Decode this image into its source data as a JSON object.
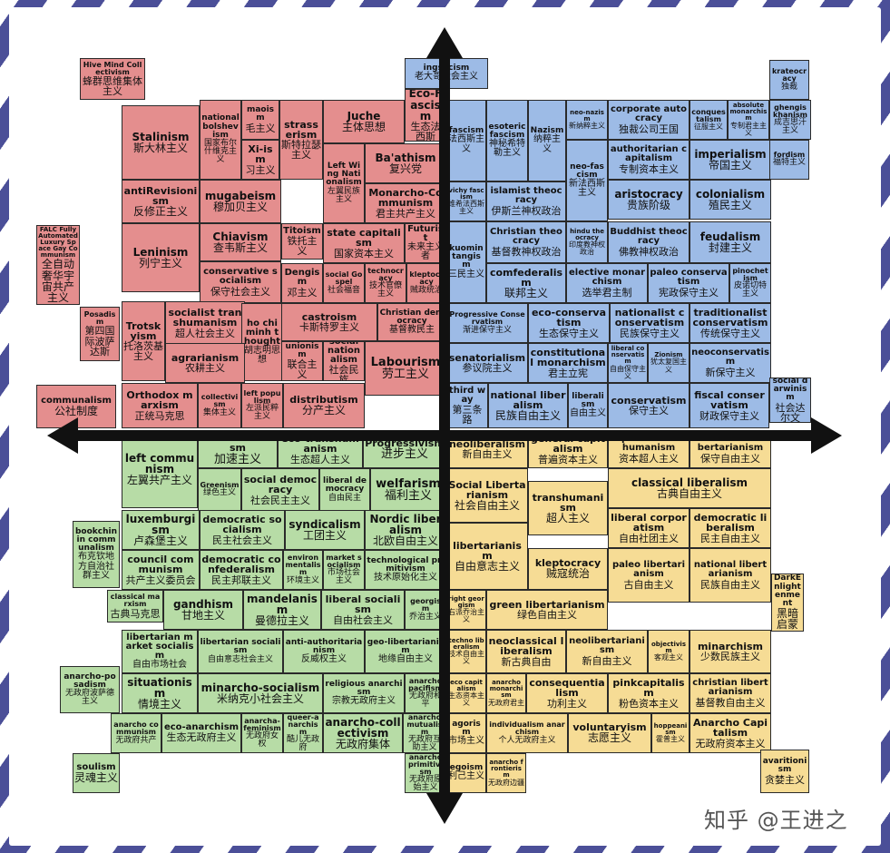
{
  "quadrant_colors": {
    "authoritarian_left": "#e48e8e",
    "authoritarian_right": "#9dbbe6",
    "libertarian_left": "#b7dca6",
    "libertarian_right": "#f6dc95"
  },
  "watermark": "知乎 @王进之",
  "cells": [
    {
      "en": "Hive Mind Collectivism",
      "zh": "蜂群思维集体主义"
    },
    {
      "en": "Stalinism",
      "zh": "斯大林主义"
    },
    {
      "en": "national bolshevism",
      "zh": "国家布尔什维克主义"
    },
    {
      "en": "maoism",
      "zh": "毛主义"
    },
    {
      "en": "Xi-ism",
      "zh": "习主义"
    },
    {
      "en": "strasserism",
      "zh": "斯特拉瑟主义"
    },
    {
      "en": "Juche",
      "zh": "主体思想"
    },
    {
      "en": "ingsocism",
      "zh": "老大哥社会主义"
    },
    {
      "en": "Eco-Fascism",
      "zh": "生态法西斯"
    },
    {
      "en": "Left Wing Nationalism",
      "zh": "左翼民族主义"
    },
    {
      "en": "Ba'athism",
      "zh": "复兴党"
    },
    {
      "en": "antiRevisionism",
      "zh": "反修正主义"
    },
    {
      "en": "mugabeism",
      "zh": "穆加贝主义"
    },
    {
      "en": "Monarcho-Communism",
      "zh": "君主共产主义"
    },
    {
      "en": "FALC Fully Automated Luxury Space Gay Communism",
      "zh": "全自动奢华宇宙共产主义"
    },
    {
      "en": "Leninism",
      "zh": "列宁主义"
    },
    {
      "en": "Chiavism",
      "zh": "查韦斯主义"
    },
    {
      "en": "Titoism",
      "zh": "铁托主义"
    },
    {
      "en": "state capitalism",
      "zh": "国家资本主义"
    },
    {
      "en": "Futurist",
      "zh": "未来主义者"
    },
    {
      "en": "conservative socialism",
      "zh": "保守社会主义"
    },
    {
      "en": "Dengism",
      "zh": "邓主义"
    },
    {
      "en": "social Gospel",
      "zh": "社会福音"
    },
    {
      "en": "technocracy",
      "zh": "技术官僚主义"
    },
    {
      "en": "kleptocracy",
      "zh": "贼政统治"
    },
    {
      "en": "Posadism",
      "zh": "第四国际波萨达斯"
    },
    {
      "en": "Trotskyism",
      "zh": "托洛茨基主义"
    },
    {
      "en": "socialist transhumanism",
      "zh": "超人社会主义"
    },
    {
      "en": "ho chi minh thought",
      "zh": "胡志明思想"
    },
    {
      "en": "castroism",
      "zh": "卡斯特罗主义"
    },
    {
      "en": "Christian democracy",
      "zh": "基督教民主"
    },
    {
      "en": "agrarianism",
      "zh": "农耕主义"
    },
    {
      "en": "unionism",
      "zh": "联合主义"
    },
    {
      "en": "social nationalism",
      "zh": "社会民族"
    },
    {
      "en": "Labourism",
      "zh": "劳工主义"
    },
    {
      "en": "communalism",
      "zh": "公社制度"
    },
    {
      "en": "Orthodox marxism",
      "zh": "正统马克思"
    },
    {
      "en": "collectivism",
      "zh": "集体主义"
    },
    {
      "en": "left populism",
      "zh": "左派民粹主义"
    },
    {
      "en": "distributism",
      "zh": "分产主义"
    },
    {
      "en": "fascism",
      "zh": "法西斯主义"
    },
    {
      "en": "esoteric fascism",
      "zh": "神秘希特勒主义"
    },
    {
      "en": "Nazism",
      "zh": "纳粹主义"
    },
    {
      "en": "neo-nazism",
      "zh": "新纳粹主义"
    },
    {
      "en": "corporate autocracy",
      "zh": "独裁公司王国"
    },
    {
      "en": "conquestalism",
      "zh": "征服主义"
    },
    {
      "en": "absolute monarchism",
      "zh": "专制君主主义"
    },
    {
      "en": "krateocracy",
      "zh": "独裁"
    },
    {
      "en": "ghengis khanism",
      "zh": "成吉思汗主义"
    },
    {
      "en": "neo-fascism",
      "zh": "新法西斯主义"
    },
    {
      "en": "authoritarian capitalism",
      "zh": "专制资本主义"
    },
    {
      "en": "imperialism",
      "zh": "帝国主义"
    },
    {
      "en": "fordism",
      "zh": "福特主义"
    },
    {
      "en": "vichy fascism",
      "zh": "维希法西斯主义"
    },
    {
      "en": "islamist theocracy",
      "zh": "伊斯兰神权政治"
    },
    {
      "en": "aristocracy",
      "zh": "贵族阶级"
    },
    {
      "en": "colonialism",
      "zh": "殖民主义"
    },
    {
      "en": "kuomintangism",
      "zh": "三民主义"
    },
    {
      "en": "Christian theocracy",
      "zh": "基督教神权政治"
    },
    {
      "en": "hindu theocracy",
      "zh": "印度教神权政治"
    },
    {
      "en": "Buddhist theocracy",
      "zh": "佛教神权政治"
    },
    {
      "en": "feudalism",
      "zh": "封建主义"
    },
    {
      "en": "comfederalism",
      "zh": "联邦主义"
    },
    {
      "en": "elective monarchism",
      "zh": "选举君主制"
    },
    {
      "en": "paleo conservatism",
      "zh": "宪政保守主义"
    },
    {
      "en": "pinochetism",
      "zh": "皮诺切特主义"
    },
    {
      "en": "Progressive Conservatism",
      "zh": "渐进保守主义"
    },
    {
      "en": "eco-conservatism",
      "zh": "生态保守主义"
    },
    {
      "en": "nationalist conservatism",
      "zh": "民族保守主义"
    },
    {
      "en": "traditionalist conservatism",
      "zh": "传统保守主义"
    },
    {
      "en": "senatorialism",
      "zh": "参议院主义"
    },
    {
      "en": "constitutional monarchism",
      "zh": "君主立宪"
    },
    {
      "en": "liberal conservatism",
      "zh": "自由保守主义"
    },
    {
      "en": "Zionism",
      "zh": "犹太复国主义"
    },
    {
      "en": "neoconservatism",
      "zh": "新保守主义"
    },
    {
      "en": "social darwinism",
      "zh": "社会达尔文"
    },
    {
      "en": "third way",
      "zh": "第三条路"
    },
    {
      "en": "national liberalism",
      "zh": "民族自由主义"
    },
    {
      "en": "liberalism",
      "zh": "自由主义"
    },
    {
      "en": "conservatism",
      "zh": "保守主义"
    },
    {
      "en": "fiscal conservatism",
      "zh": "财政保守主义"
    },
    {
      "en": "left communism",
      "zh": "左翼共产主义"
    },
    {
      "en": "Accelerationism",
      "zh": "加速主义"
    },
    {
      "en": "eco-transhumanism",
      "zh": "生态超人主义"
    },
    {
      "en": "Progressivism",
      "zh": "进步主义"
    },
    {
      "en": "neoliberalism",
      "zh": "新自由主义"
    },
    {
      "en": "general capitalism",
      "zh": "普遍资本主义"
    },
    {
      "en": "capitalist transhumanism",
      "zh": "资本超人主义"
    },
    {
      "en": "conservative libertarianism",
      "zh": "保守自由主义"
    },
    {
      "en": "Greenism",
      "zh": "绿色主义"
    },
    {
      "en": "social democracy",
      "zh": "社会民主主义"
    },
    {
      "en": "liberal democracy",
      "zh": "自由民主"
    },
    {
      "en": "welfarism",
      "zh": "福利主义"
    },
    {
      "en": "Social Libertarianism",
      "zh": "社会自由主义"
    },
    {
      "en": "classical liberalism",
      "zh": "古典自由主义"
    },
    {
      "en": "transhumanism",
      "zh": "超人主义"
    },
    {
      "en": "luxemburgism",
      "zh": "卢森堡主义"
    },
    {
      "en": "democratic socialism",
      "zh": "民主社会主义"
    },
    {
      "en": "syndicalism",
      "zh": "工团主义"
    },
    {
      "en": "Nordic liberalism",
      "zh": "北欧自由主义"
    },
    {
      "en": "liberal corporatism",
      "zh": "自由社团主义"
    },
    {
      "en": "democratic liberalism",
      "zh": "民主自由主义"
    },
    {
      "en": "bookchin in communalism",
      "zh": "布克钦地方自治社群主义"
    },
    {
      "en": "council communism",
      "zh": "共产主义委员会"
    },
    {
      "en": "democratic confederalism",
      "zh": "民主邦联主义"
    },
    {
      "en": "environmentalism",
      "zh": "环境主义"
    },
    {
      "en": "market socialism",
      "zh": "市场社会主义"
    },
    {
      "en": "technological primitivism",
      "zh": "技术原始化主义"
    },
    {
      "en": "libertarianism",
      "zh": "自由意志主义"
    },
    {
      "en": "kleptocracy",
      "zh": "贼寇统治"
    },
    {
      "en": "paleo libertarianism",
      "zh": "古自由主义"
    },
    {
      "en": "national libertarianism",
      "zh": "民族自由主义"
    },
    {
      "en": "DarkEnlightenment",
      "zh": "黑暗启蒙"
    },
    {
      "en": "classical marxism",
      "zh": "古典马克思"
    },
    {
      "en": "gandhism",
      "zh": "甘地主义"
    },
    {
      "en": "mandelanism",
      "zh": "曼德拉主义"
    },
    {
      "en": "liberal socialism",
      "zh": "自由社会主义"
    },
    {
      "en": "georgism",
      "zh": "乔治主义"
    },
    {
      "en": "right georgism",
      "zh": "右派乔治主义"
    },
    {
      "en": "green libertarianism",
      "zh": "绿色自由主义"
    },
    {
      "en": "libertarian market socialism",
      "zh": "自由市场社会"
    },
    {
      "en": "libertarian socialism",
      "zh": "自由意志社会主义"
    },
    {
      "en": "anti-authoritarianism",
      "zh": "反威权主义"
    },
    {
      "en": "geo-libertarianism",
      "zh": "地缘自由主义"
    },
    {
      "en": "techno liberalism",
      "zh": "技术自由主义"
    },
    {
      "en": "neoclassical liberalism",
      "zh": "新古典自由"
    },
    {
      "en": "neolibertarianism",
      "zh": "新自由主义"
    },
    {
      "en": "objectivism",
      "zh": "客观主义"
    },
    {
      "en": "minarchism",
      "zh": "少数民族主义"
    },
    {
      "en": "anarcho-posadism",
      "zh": "无政府波萨德主义"
    },
    {
      "en": "situationism",
      "zh": "情境主义"
    },
    {
      "en": "minarcho-socialism",
      "zh": "米纳克小社会主义"
    },
    {
      "en": "religious anarchism",
      "zh": "宗教无政府主义"
    },
    {
      "en": "anarcho pacifism",
      "zh": "无政府和平"
    },
    {
      "en": "eco capitalism",
      "zh": "生态资本主义"
    },
    {
      "en": "anarcho monarchism",
      "zh": "无政府君主"
    },
    {
      "en": "consequentialism",
      "zh": "功利主义"
    },
    {
      "en": "pinkcapitalism",
      "zh": "粉色资本主义"
    },
    {
      "en": "christian libertarianism",
      "zh": "基督教自由主义"
    },
    {
      "en": "anarcho communism",
      "zh": "无政府共产"
    },
    {
      "en": "eco-anarchism",
      "zh": "生态无政府主义"
    },
    {
      "en": "anarcha-feminism",
      "zh": "无政府女权"
    },
    {
      "en": "queer-anarchism",
      "zh": "酷儿无政府"
    },
    {
      "en": "anarcho-collectivism",
      "zh": "无政府集体"
    },
    {
      "en": "anarcho mutualism",
      "zh": "无政府互助主义"
    },
    {
      "en": "agorism",
      "zh": "市场主义"
    },
    {
      "en": "individualism anarchism",
      "zh": "个人无政府主义"
    },
    {
      "en": "voluntaryism",
      "zh": "志愿主义"
    },
    {
      "en": "hoppeanism",
      "zh": "霍普主义"
    },
    {
      "en": "Anarcho Capitalism",
      "zh": "无政府资本主义"
    },
    {
      "en": "soulism",
      "zh": "灵魂主义"
    },
    {
      "en": "anarcho primitivism",
      "zh": "无政府原始主义"
    },
    {
      "en": "egoism",
      "zh": "利己主义"
    },
    {
      "en": "anarcho frontierism",
      "zh": "无政府边疆"
    },
    {
      "en": "avaritionism",
      "zh": "贪婪主义"
    }
  ]
}
